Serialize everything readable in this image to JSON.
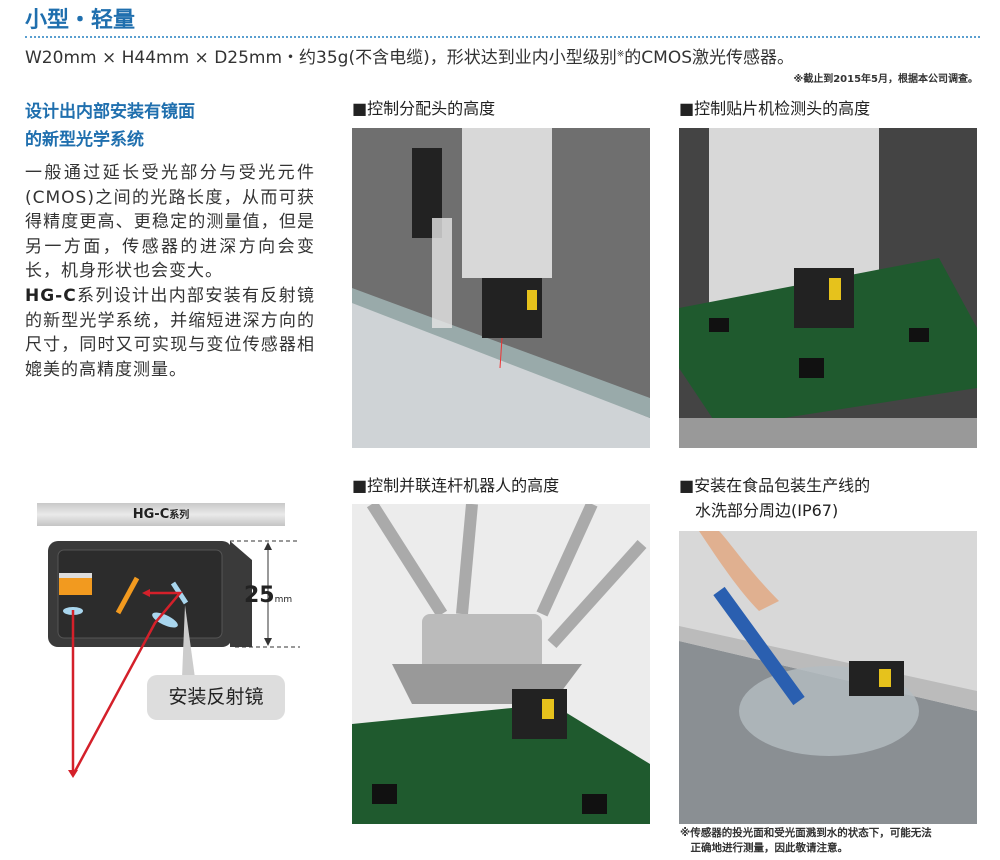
{
  "header": {
    "title": "小型・轻量",
    "subtitle": "W20mm × H44mm × D25mm・约35g(不含电缆)，形状达到业内小型级别",
    "subtitle_mark": "※",
    "subtitle_end": "的CMOS激光传感器。",
    "note": "※截止到2015年5月，根据本公司调查。"
  },
  "left": {
    "heading_1": "设计出内部安装有镜面",
    "heading_2": "的新型光学系统",
    "body_1": "一般通过延长受光部分与受光元件(CMOS)之间的光路长度，从而可获得精度更高、更稳定的测量值，但是另一方面，传感器的进深方向会变长，机身形状也会变大。",
    "body_bold": "HG-C",
    "body_2": "系列设计出内部安装有反射镜的新型光学系统，并缩短进深方向的尺寸，同时又可实现与变位传感器相媲美的高精度测量。"
  },
  "diagram": {
    "series": "HG-C",
    "series_suffix": "系列",
    "dimension": "25",
    "unit": "mm",
    "callout": "安装反射镜"
  },
  "photos": [
    {
      "caption": "■控制分配头的高度"
    },
    {
      "caption": "■控制贴片机检测头的高度"
    },
    {
      "caption": "■控制并联连杆机器人的高度"
    },
    {
      "caption_1": "■安装在食品包装生产线的",
      "caption_2": "　水洗部分周边(IP67)"
    }
  ],
  "footnote": {
    "line_1": "※传感器的投光面和受光面溅到水的状态下，可能无法",
    "line_2": "　正确地进行测量，因此敬请注意。"
  }
}
